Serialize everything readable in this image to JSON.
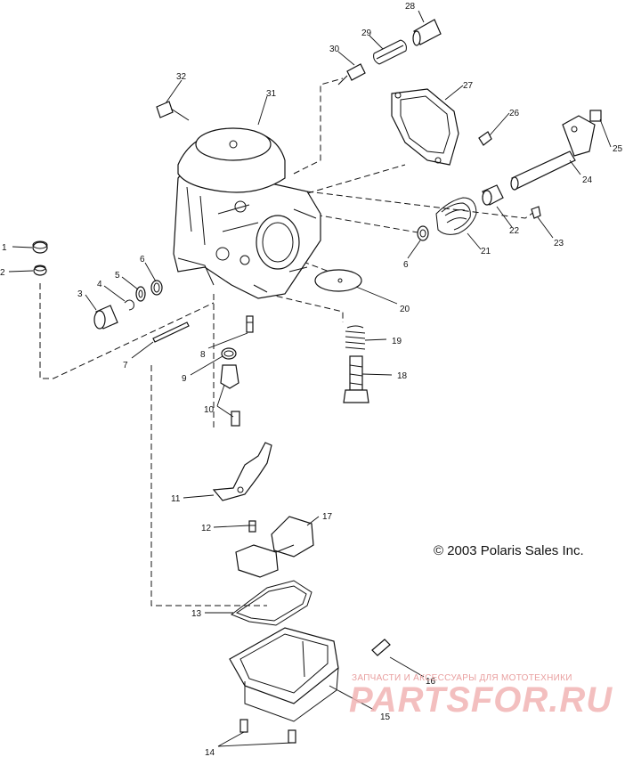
{
  "copyright": "© 2003 Polaris Sales Inc.",
  "watermark": {
    "tagline": "ЗАПЧАСТИ И АКСЕССУАРЫ ДЛЯ МОТОТЕХНИКИ",
    "brand": "PARTSFOR.RU",
    "color": "#f2b4b4"
  },
  "callouts": [
    {
      "id": "c1",
      "number": "1"
    },
    {
      "id": "c2",
      "number": "2"
    },
    {
      "id": "c3",
      "number": "3"
    },
    {
      "id": "c4",
      "number": "4"
    },
    {
      "id": "c5",
      "number": "5"
    },
    {
      "id": "c6a",
      "number": "6"
    },
    {
      "id": "c6b",
      "number": "6"
    },
    {
      "id": "c7",
      "number": "7"
    },
    {
      "id": "c8",
      "number": "8"
    },
    {
      "id": "c9",
      "number": "9"
    },
    {
      "id": "c10",
      "number": "10"
    },
    {
      "id": "c11",
      "number": "11"
    },
    {
      "id": "c12",
      "number": "12"
    },
    {
      "id": "c13",
      "number": "13"
    },
    {
      "id": "c14",
      "number": "14"
    },
    {
      "id": "c15",
      "number": "15"
    },
    {
      "id": "c16",
      "number": "16"
    },
    {
      "id": "c17",
      "number": "17"
    },
    {
      "id": "c18",
      "number": "18"
    },
    {
      "id": "c19",
      "number": "19"
    },
    {
      "id": "c20",
      "number": "20"
    },
    {
      "id": "c21",
      "number": "21"
    },
    {
      "id": "c22",
      "number": "22"
    },
    {
      "id": "c23",
      "number": "23"
    },
    {
      "id": "c24",
      "number": "24"
    },
    {
      "id": "c25",
      "number": "25"
    },
    {
      "id": "c26",
      "number": "26"
    },
    {
      "id": "c27",
      "number": "27"
    },
    {
      "id": "c28",
      "number": "28"
    },
    {
      "id": "c29",
      "number": "29"
    },
    {
      "id": "c30",
      "number": "30"
    },
    {
      "id": "c31",
      "number": "31"
    },
    {
      "id": "c32",
      "number": "32"
    }
  ]
}
